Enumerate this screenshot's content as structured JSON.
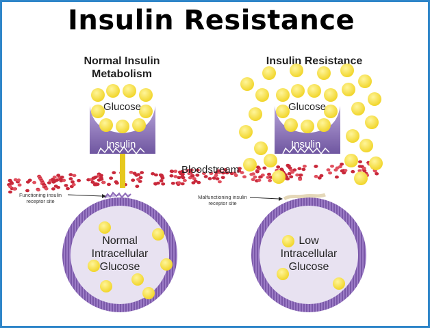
{
  "title": "Insulin Resistance",
  "panels": {
    "normal": {
      "title_line1": "Normal Insulin",
      "title_line2": "Metabolism",
      "glucose_label": "Glucose",
      "insulin_label": "Insulin",
      "receptor_note_line1": "Functioning insulin",
      "receptor_note_line2": "receptor site",
      "cell_line1": "Normal",
      "cell_line2": "Intracellular",
      "cell_line3": "Glucose"
    },
    "resistance": {
      "title": "Insulin Resistance",
      "glucose_label": "Glucose",
      "insulin_label": "Insulin",
      "receptor_note_line1": "Malfunctioning insulin",
      "receptor_note_line2": "receptor site",
      "cell_line1": "Low",
      "cell_line2": "Intracellular",
      "cell_line3": "Glucose"
    }
  },
  "bloodstream_label": "Bloodstream",
  "colors": {
    "frame": "#2f86c9",
    "glucose": "#f5e13a",
    "glucose_edge": "#e6c81e",
    "insulin": "#8a6fb5",
    "insulin_light": "#c7b8e0",
    "cell_membrane": "#8e6bb8",
    "cell_fill": "#e6e0f0",
    "blood_cell": "#c8283a"
  }
}
